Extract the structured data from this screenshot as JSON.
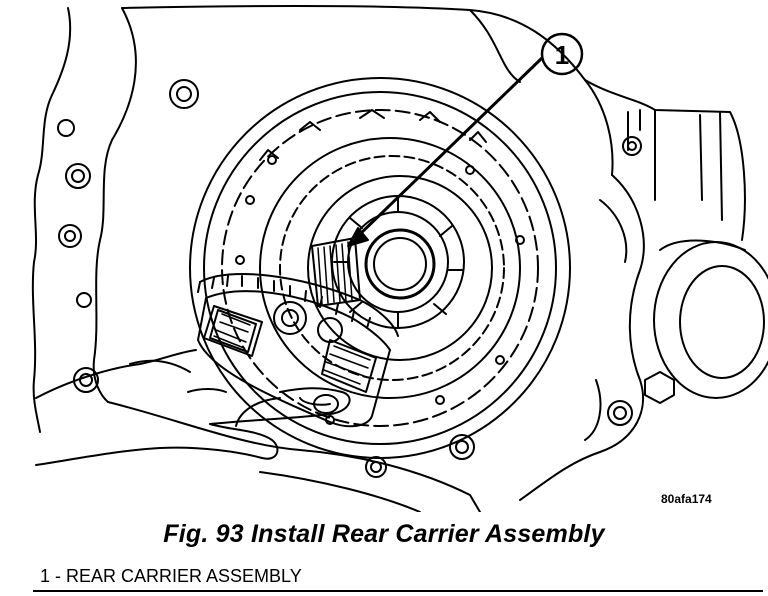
{
  "figure": {
    "caption": "Fig. 93 Install Rear Carrier Assembly",
    "reference_code": "80afa174",
    "callout_number": "1"
  },
  "legend": {
    "items": [
      {
        "label": "1 - REAR CARRIER ASSEMBLY"
      }
    ]
  }
}
